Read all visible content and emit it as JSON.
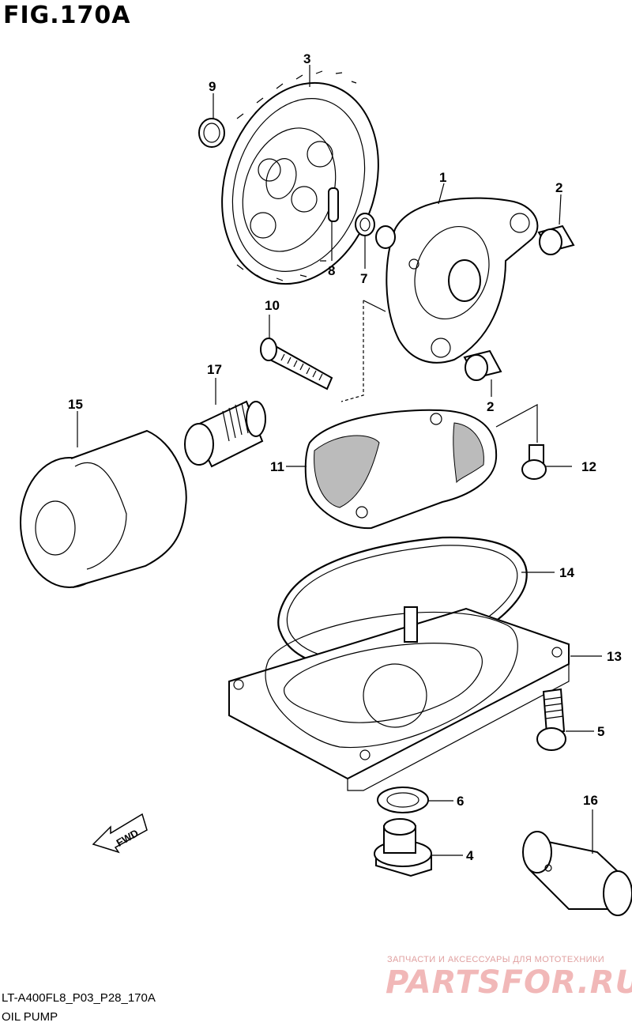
{
  "header": {
    "fig_title": "FIG.170A"
  },
  "footer": {
    "code": "LT-A400FL8_P03_P28_170A",
    "subtitle": "OIL PUMP"
  },
  "watermark": {
    "small": "ЗАПЧАСТИ И АКСЕССУАРЫ ДЛЯ МОТОТЕХНИКИ",
    "big": "PARTSFOR.RU"
  },
  "direction": {
    "label": "FWD"
  },
  "callouts": [
    "1",
    "2",
    "2",
    "3",
    "4",
    "5",
    "6",
    "7",
    "8",
    "9",
    "10",
    "11",
    "12",
    "13",
    "14",
    "15",
    "16",
    "17"
  ],
  "colors": {
    "line": "#000000",
    "watermark": "#f1b8b8"
  }
}
